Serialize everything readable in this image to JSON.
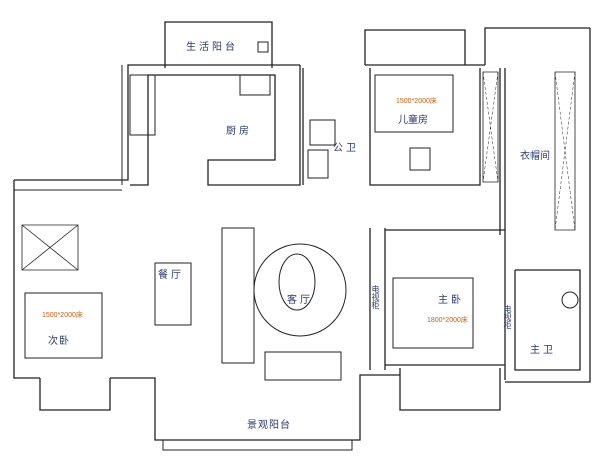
{
  "rooms": {
    "utility_balcony": "生活阳台",
    "kitchen": "厨房",
    "public_bath": "公卫",
    "kids_room": "儿童房",
    "kids_bed": "1500*2000床",
    "cloakroom": "衣帽间",
    "dining": "餐厅",
    "living": "客厅",
    "second_bedroom": "次卧",
    "second_bed": "1500*2000床",
    "master_bedroom": "主卧",
    "master_bed": "1800*2000床",
    "tv_cabinet_1": "电视柜",
    "tv_cabinet_2": "电视柜",
    "master_bath": "主卫",
    "landscape_balcony": "景观阳台"
  },
  "colors": {
    "wall": "#222222",
    "label": "#2a3a6a",
    "bed_label": "#c06010"
  }
}
